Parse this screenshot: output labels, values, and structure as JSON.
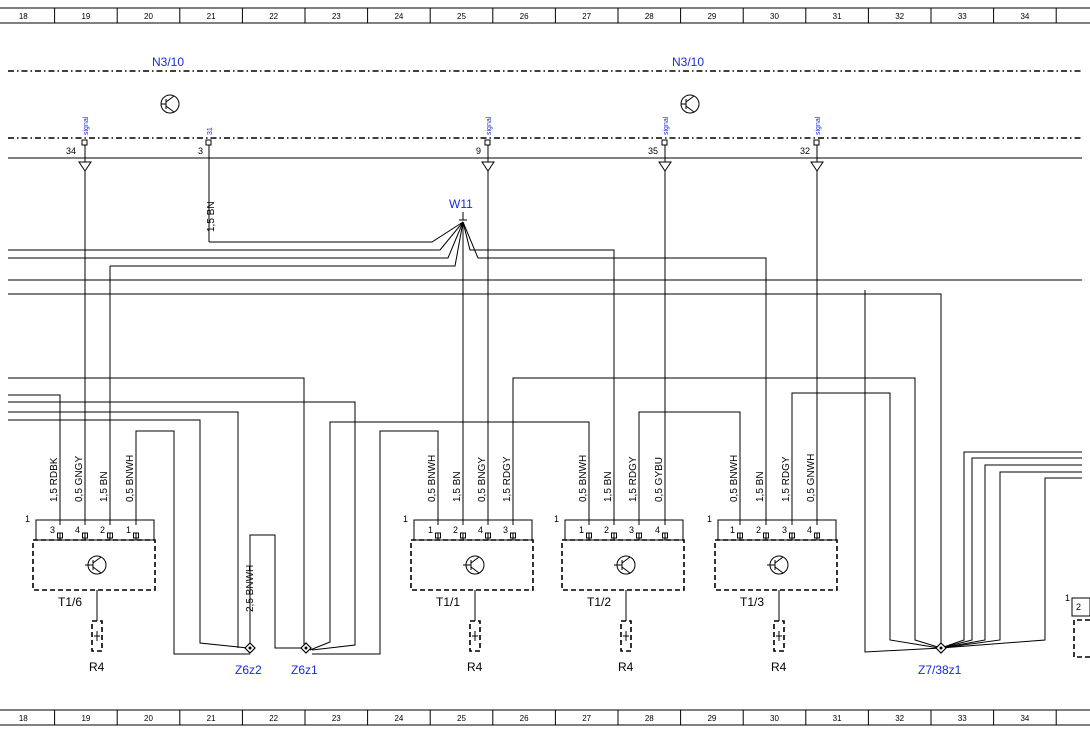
{
  "grid_top": [
    "18",
    "19",
    "20",
    "21",
    "22",
    "23",
    "24",
    "25",
    "26",
    "27",
    "28",
    "29",
    "30",
    "31",
    "32",
    "33",
    "34"
  ],
  "grid_bottom": [
    "18",
    "19",
    "20",
    "21",
    "22",
    "23",
    "24",
    "25",
    "26",
    "27",
    "28",
    "29",
    "30",
    "31",
    "32",
    "33",
    "34"
  ],
  "module_label_left": "N3/10",
  "module_label_right": "N3/10",
  "connector_w11": "W11",
  "pins": [
    {
      "num": "34",
      "name": "signal"
    },
    {
      "num": "3",
      "name": "31"
    },
    {
      "num": "9",
      "name": "signal"
    },
    {
      "num": "35",
      "name": "signal"
    },
    {
      "num": "32",
      "name": "signal"
    }
  ],
  "wire_ground": "1,5 BN",
  "transmitters": [
    {
      "name": "T1/6",
      "index": "1",
      "pins": [
        "3",
        "4",
        "2",
        "1"
      ],
      "wires": [
        "1,5 RDBK",
        "0,5 GNGY",
        "1,5 BN",
        "0,5 BNWH"
      ],
      "resistor": "R4"
    },
    {
      "name": "T1/1",
      "index": "1",
      "pins": [
        "1",
        "2",
        "4",
        "3"
      ],
      "wires": [
        "0,5 BNWH",
        "1,5 BN",
        "0,5 BNGY",
        "1,5 RDGY"
      ],
      "resistor": "R4"
    },
    {
      "name": "T1/2",
      "index": "1",
      "pins": [
        "1",
        "2",
        "3",
        "4"
      ],
      "wires": [
        "0,5 BNWH",
        "1,5 BN",
        "1,5 RDGY",
        "0,5 GYBU"
      ],
      "resistor": "R4"
    },
    {
      "name": "T1/3",
      "index": "1",
      "pins": [
        "1",
        "2",
        "3",
        "4"
      ],
      "wires": [
        "0,5 BNWH",
        "1,5 BN",
        "1,5 RDGY",
        "0,5 GNWH"
      ],
      "resistor": "R4"
    }
  ],
  "z6z2_wire": "2,5 BNWH",
  "splices": [
    "Z6z2",
    "Z6z1",
    "Z7/38z1"
  ],
  "edge_right": {
    "index": "1",
    "pin": "2"
  },
  "colors": {
    "label_blue": "#1a2bd6",
    "line": "#000000"
  }
}
